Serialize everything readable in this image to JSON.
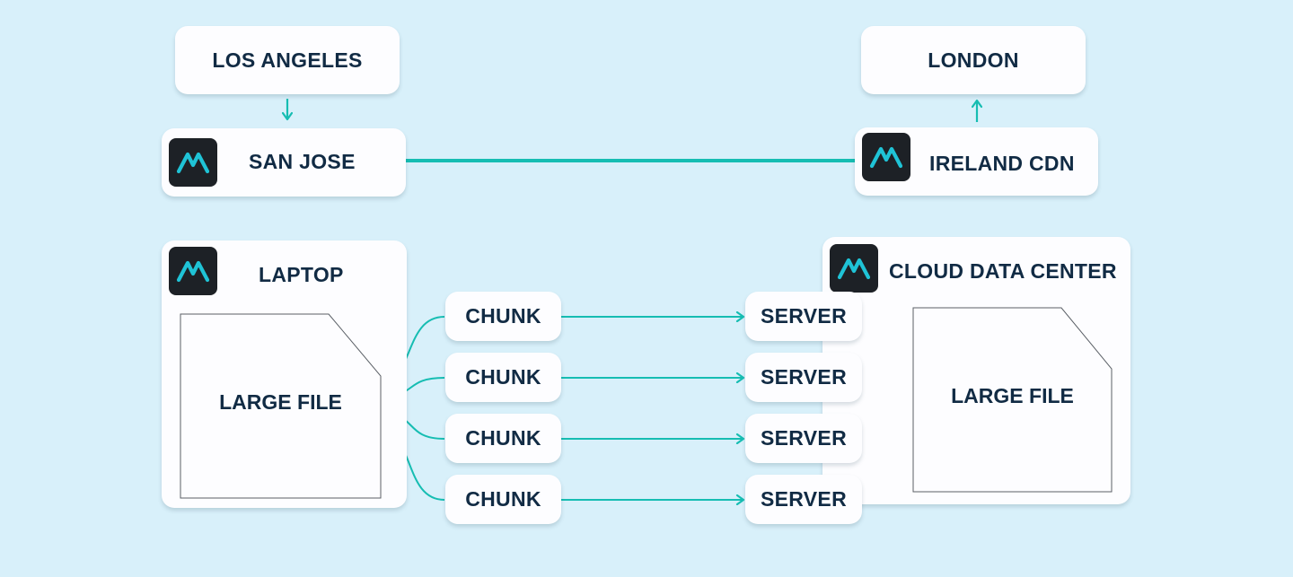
{
  "colors": {
    "background": "#d8f0fa",
    "accent": "#16bdb2",
    "text": "#112b44",
    "card": "#fdfdff",
    "logo_bg": "#1d2126"
  },
  "icons": {
    "logo": "mux-logo-icon",
    "file": "document-icon",
    "arrow": "arrow-icon"
  },
  "top": {
    "origin_city": "LOS ANGELES",
    "destination_city": "LONDON",
    "origin_node": "SAN JOSE",
    "destination_node": "IRELAND CDN"
  },
  "bottom": {
    "source": {
      "title": "LAPTOP",
      "file": "LARGE FILE"
    },
    "target": {
      "title": "CLOUD DATA CENTER",
      "file": "LARGE FILE"
    },
    "chunks": [
      "CHUNK",
      "CHUNK",
      "CHUNK",
      "CHUNK"
    ],
    "servers": [
      "SERVER",
      "SERVER",
      "SERVER",
      "SERVER"
    ]
  }
}
